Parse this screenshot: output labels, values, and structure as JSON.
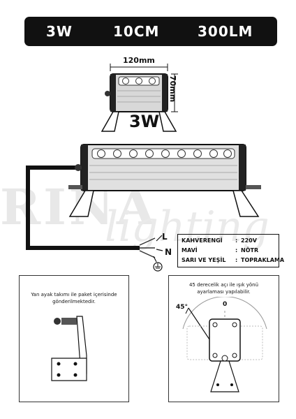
{
  "header": {
    "power": "3W",
    "length": "10CM",
    "lumen": "300LM"
  },
  "watermark": {
    "brand_top": "RINA",
    "brand_script": "lighting"
  },
  "product": {
    "dim_width": "120mm",
    "dim_height": "70mm",
    "power_label": "3W",
    "badge": "RINA lighting"
  },
  "wiring": {
    "rows": [
      {
        "label": "KAHVERENGİ",
        "value": "220V"
      },
      {
        "label": "MAVİ",
        "value": "NÖTR"
      },
      {
        "label": "SARI VE YEŞİL",
        "value": "TOPRAKLAMA"
      }
    ],
    "letters": {
      "l": "L",
      "n": "N"
    }
  },
  "left_panel": {
    "text": "Yan ayak takımı ile paket içerisinde gönderilmektedir."
  },
  "right_panel": {
    "text": "45 derecelik açı ile ışık yönü ayarlaması yapılabilir.",
    "angle_label": "45°",
    "zero_label": "0"
  }
}
